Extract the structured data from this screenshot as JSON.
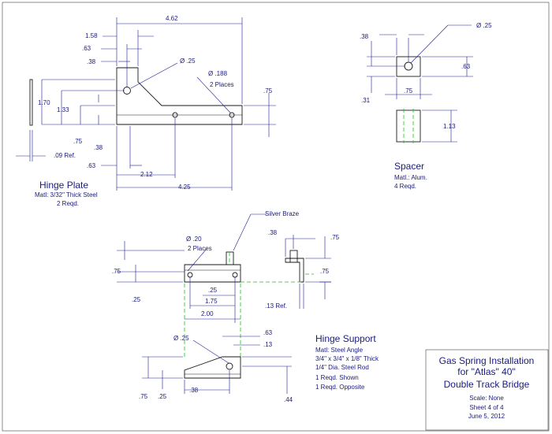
{
  "hinge_plate": {
    "title": "Hinge Plate",
    "material": "Matl: 3/32\" Thick Steel",
    "quantity": "2 Reqd.",
    "dims": {
      "d462": "4.62",
      "d158": "1.58",
      "d063a": ".63",
      "d038a": ".38",
      "hole25": "Ø .25",
      "hole188": "Ø .188",
      "places2": "2 Places",
      "d075r": ".75",
      "d170": "1.70",
      "d133": "1.33",
      "d075l": ".75",
      "d038b": ".38",
      "d09ref": ".09 Ref.",
      "d063b": ".63",
      "d212": "2.12",
      "d425": "4.25"
    }
  },
  "spacer": {
    "title": "Spacer",
    "material": "Matl.: Alum.",
    "quantity": "4 Reqd.",
    "dims": {
      "hole25": "Ø .25",
      "d038": ".38",
      "d063": ".63",
      "d031": ".31",
      "d075": ".75",
      "d113": "1.13"
    }
  },
  "hinge_support": {
    "title": "Hinge Support",
    "notes": [
      "Matl: Steel Angle",
      "3/4\" x 3/4\" x 1/8\" Thick",
      "1/4\" Dia. Steel Rod",
      "1 Reqd. Shown",
      "1 Reqd. Opposite"
    ],
    "silver_braze": "Silver Braze",
    "dims": {
      "hole20": "Ø .20",
      "places2": "2 Places",
      "d038": ".38",
      "d075tr": ".75",
      "d075l": ".75",
      "d025l": ".25",
      "d025": ".25",
      "d175": "1.75",
      "d200": "2.00",
      "d075r": ".75",
      "d13ref": ".13 Ref.",
      "hole25": "Ø .25",
      "d063": ".63",
      "d013": ".13",
      "d075b": ".75",
      "d025b": ".25",
      "d038b": ".38",
      "d044": ".44"
    }
  },
  "title_block": {
    "line1": "Gas Spring Installation",
    "line2": "for \"Atlas\" 40\"",
    "line3": "Double Track Bridge",
    "scale": "Scale: None",
    "sheet": "Sheet 4 of 4",
    "date": "June 5, 2012"
  },
  "colors": {
    "ink": "#1a1a80",
    "line": "#1a1a1a",
    "center": "#20c020"
  }
}
